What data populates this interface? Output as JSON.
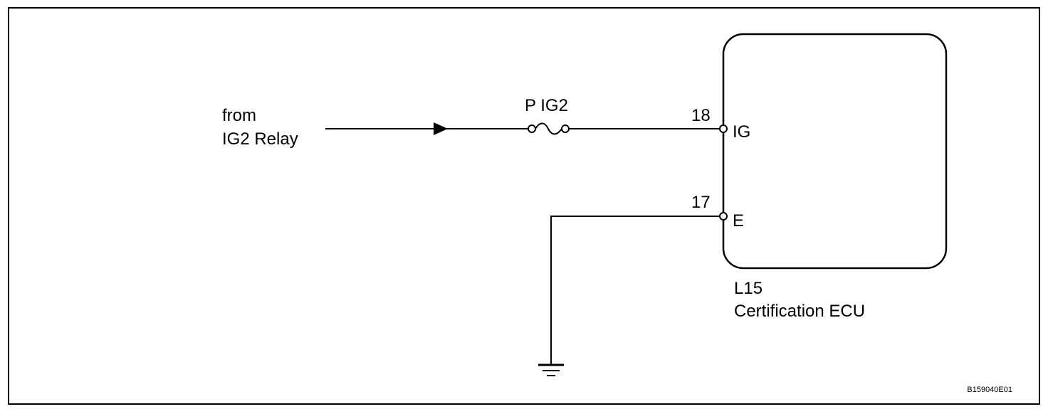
{
  "source": {
    "line1": "from",
    "line2": "IG2 Relay"
  },
  "fuse": {
    "label": "P IG2"
  },
  "ecu": {
    "code": "L15",
    "name": "Certification ECU",
    "pins": [
      {
        "number": "18",
        "name": "IG"
      },
      {
        "number": "17",
        "name": "E"
      }
    ]
  },
  "figure_id": "B159040E01"
}
